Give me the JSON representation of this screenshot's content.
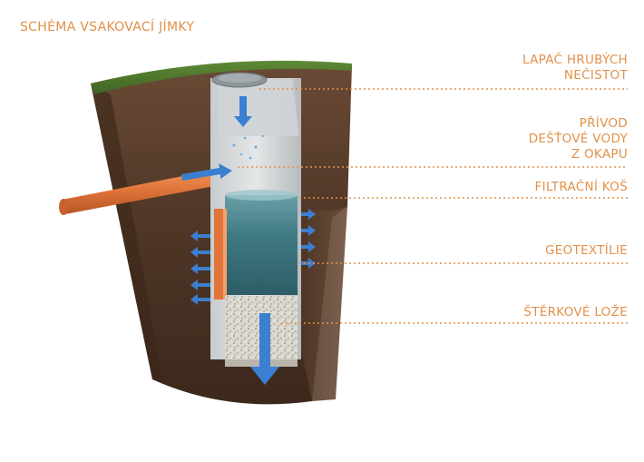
{
  "title": "SCHÉMA VSAKOVACÍ JÍMKY",
  "labels": [
    {
      "id": "lapac",
      "text": "LAPAČ HRUBÝCH\nNEČISTOT"
    },
    {
      "id": "privod",
      "text": "PŘÍVOD\nDEŠŤOVÉ VODY\nZ OKAPU"
    },
    {
      "id": "kos",
      "text": "FILTRAČNÍ KOŠ"
    },
    {
      "id": "geo",
      "text": "GEOTEXTÍLIE"
    },
    {
      "id": "lozje",
      "text": "ŠTĚRKOVÉ LOŽE"
    }
  ],
  "colors": {
    "accent": "#e2914a",
    "soil": "#4e3526",
    "grass": "#4f7a2c",
    "pipe": "#e0743a",
    "water": "#3f7a84",
    "arrow": "#3b7fd1",
    "gravel": "#d9d6cf"
  }
}
